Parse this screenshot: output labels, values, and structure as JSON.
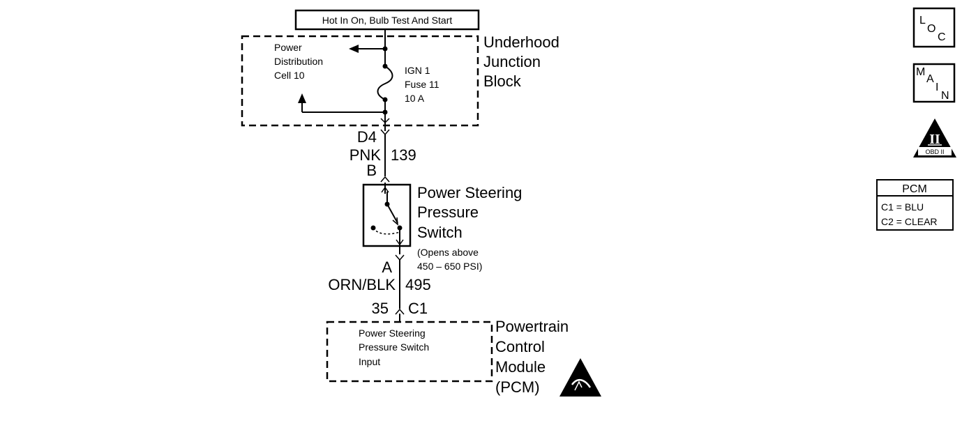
{
  "power_label": "Hot In On, Bulb Test And Start",
  "underhood": {
    "title_lines": [
      "Underhood",
      "Junction",
      "Block"
    ],
    "power_distribution_lines": [
      "Power",
      "Distribution",
      "Cell 10"
    ],
    "fuse_lines": [
      "IGN 1",
      "Fuse 11",
      "10 A"
    ]
  },
  "wire_upper": {
    "connector_top": "D4",
    "color": "PNK",
    "circuit": "139",
    "connector_bottom": "B"
  },
  "switch": {
    "title_lines": [
      "Power Steering",
      "Pressure",
      "Switch"
    ],
    "note_lines": [
      "(Opens above",
      "450 – 650 PSI)"
    ]
  },
  "wire_lower": {
    "connector_top": "A",
    "color": "ORN/BLK",
    "circuit": "495",
    "pin": "35",
    "connector_bottom": "C1"
  },
  "pcm_block": {
    "title_lines": [
      "Powertrain",
      "Control",
      "Module",
      "(PCM)"
    ],
    "input_lines": [
      "Power Steering",
      "Pressure Switch",
      "Input"
    ]
  },
  "side_icons": {
    "loc": {
      "letters": [
        "L",
        "O",
        "C"
      ]
    },
    "main": {
      "letters": [
        "M",
        "A",
        "I",
        "N"
      ]
    },
    "obd": {
      "numeral": "II",
      "label": "OBD II"
    },
    "pcm_legend": {
      "header": "PCM",
      "rows": [
        "C1 = BLU",
        "C2 = CLEAR"
      ]
    }
  },
  "icons": {
    "esd": "esd-warning-icon",
    "obd": "obd-ii-icon",
    "loc": "loc-icon",
    "main": "main-icon"
  }
}
